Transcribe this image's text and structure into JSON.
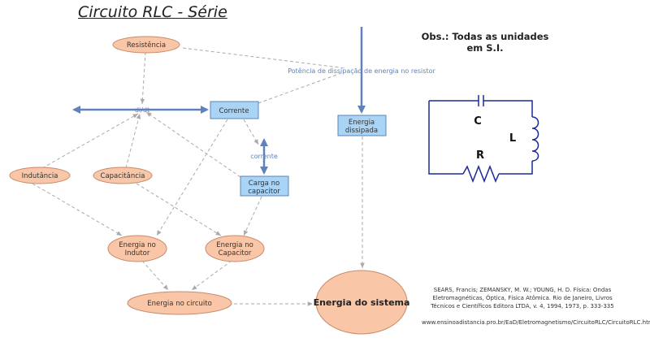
{
  "title": "Circuito RLC - Série",
  "note": {
    "line1": "Obs.: Todas as unidades",
    "line2": "em S.I."
  },
  "nodes": {
    "resistencia": "Resistência",
    "corrente": "Corrente",
    "energia_dissipada_l1": "Energia",
    "energia_dissipada_l2": "dissipada",
    "indutancia": "Indutância",
    "capacitancia": "Capacitância",
    "carga_l1": "Carga no",
    "carga_l2": "capacitor",
    "energia_indutor_l1": "Energia no",
    "energia_indutor_l2": "Indutor",
    "energia_capacitor_l1": "Energia no",
    "energia_capacitor_l2": "Capacitor",
    "energia_circuito": "Energia no circuito",
    "energia_sistema": "Energia do sistema"
  },
  "labels": {
    "potencia": "Potência de dissipação de energia no resistor",
    "didt": "di/dt",
    "corrente_flow": "corrente"
  },
  "circuit": {
    "C": "C",
    "L": "L",
    "R": "R"
  },
  "reference": {
    "line1": "SEARS, Francis; ZEMANSKY, M. W.; YOUNG, H. D. Física: Ondas",
    "line2": "Eletromagnéticas, Óptica, Física Atômica. Rio de Janeiro, Livros",
    "line3": "Técnicos e Científicos Editora LTDA, v. 4, 1994, 1973, p. 333-335"
  },
  "url": "www.ensinoadistancia.pro.br/EaD/Eletromagnetismo/CircuitoRLC/CircuitoRLC.html",
  "colors": {
    "oval_fill": "#f9c6a8",
    "oval_stroke": "#c98a6a",
    "box_fill": "#a9d4f5",
    "box_stroke": "#5a86b5",
    "flow": "#5f82bd",
    "link": "#aaaaaa",
    "circuit": "#1a2a9a"
  }
}
